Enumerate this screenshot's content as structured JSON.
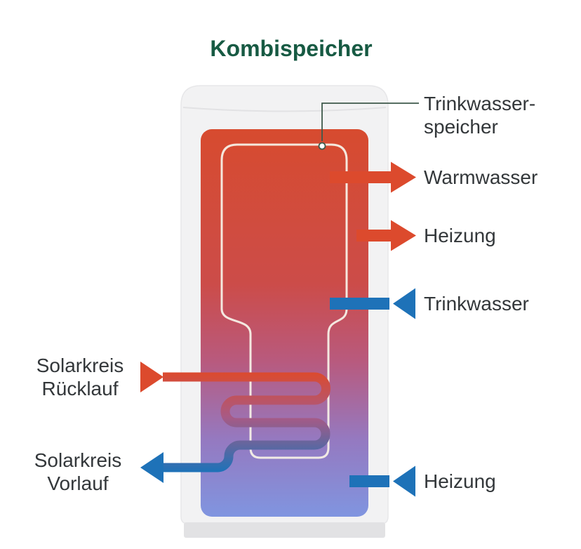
{
  "title": "Kombispeicher",
  "labels": {
    "vessel_line1": "Trinkwasser-",
    "vessel_line2": "speicher",
    "warmwasser": "Warmwasser",
    "heizung_top": "Heizung",
    "trinkwasser": "Trinkwasser",
    "heizung_bottom": "Heizung",
    "solar_ruecklauf_line1": "Solarkreis",
    "solar_ruecklauf_line2": "Rücklauf",
    "solar_vorlauf_line1": "Solarkreis",
    "solar_vorlauf_line2": "Vorlauf"
  },
  "colors": {
    "title": "#175a43",
    "text": "#33373a",
    "hot": "#dc4a2d",
    "cold": "#1e72b8",
    "shell": "#f2f2f3",
    "shell_border": "#e7e7e9",
    "base": "#e2e2e4",
    "seam": "#e2e2e4",
    "vessel_outline": "#f7f0e7",
    "pointer": "#3f5a4c",
    "tank_gradient": [
      "#d74b2f",
      "#cc4c49",
      "#b85a7e",
      "#9579c0",
      "#8095e0"
    ],
    "coil_gradient": [
      "#dc4a2d",
      "#a85a85",
      "#1e72b8"
    ]
  }
}
